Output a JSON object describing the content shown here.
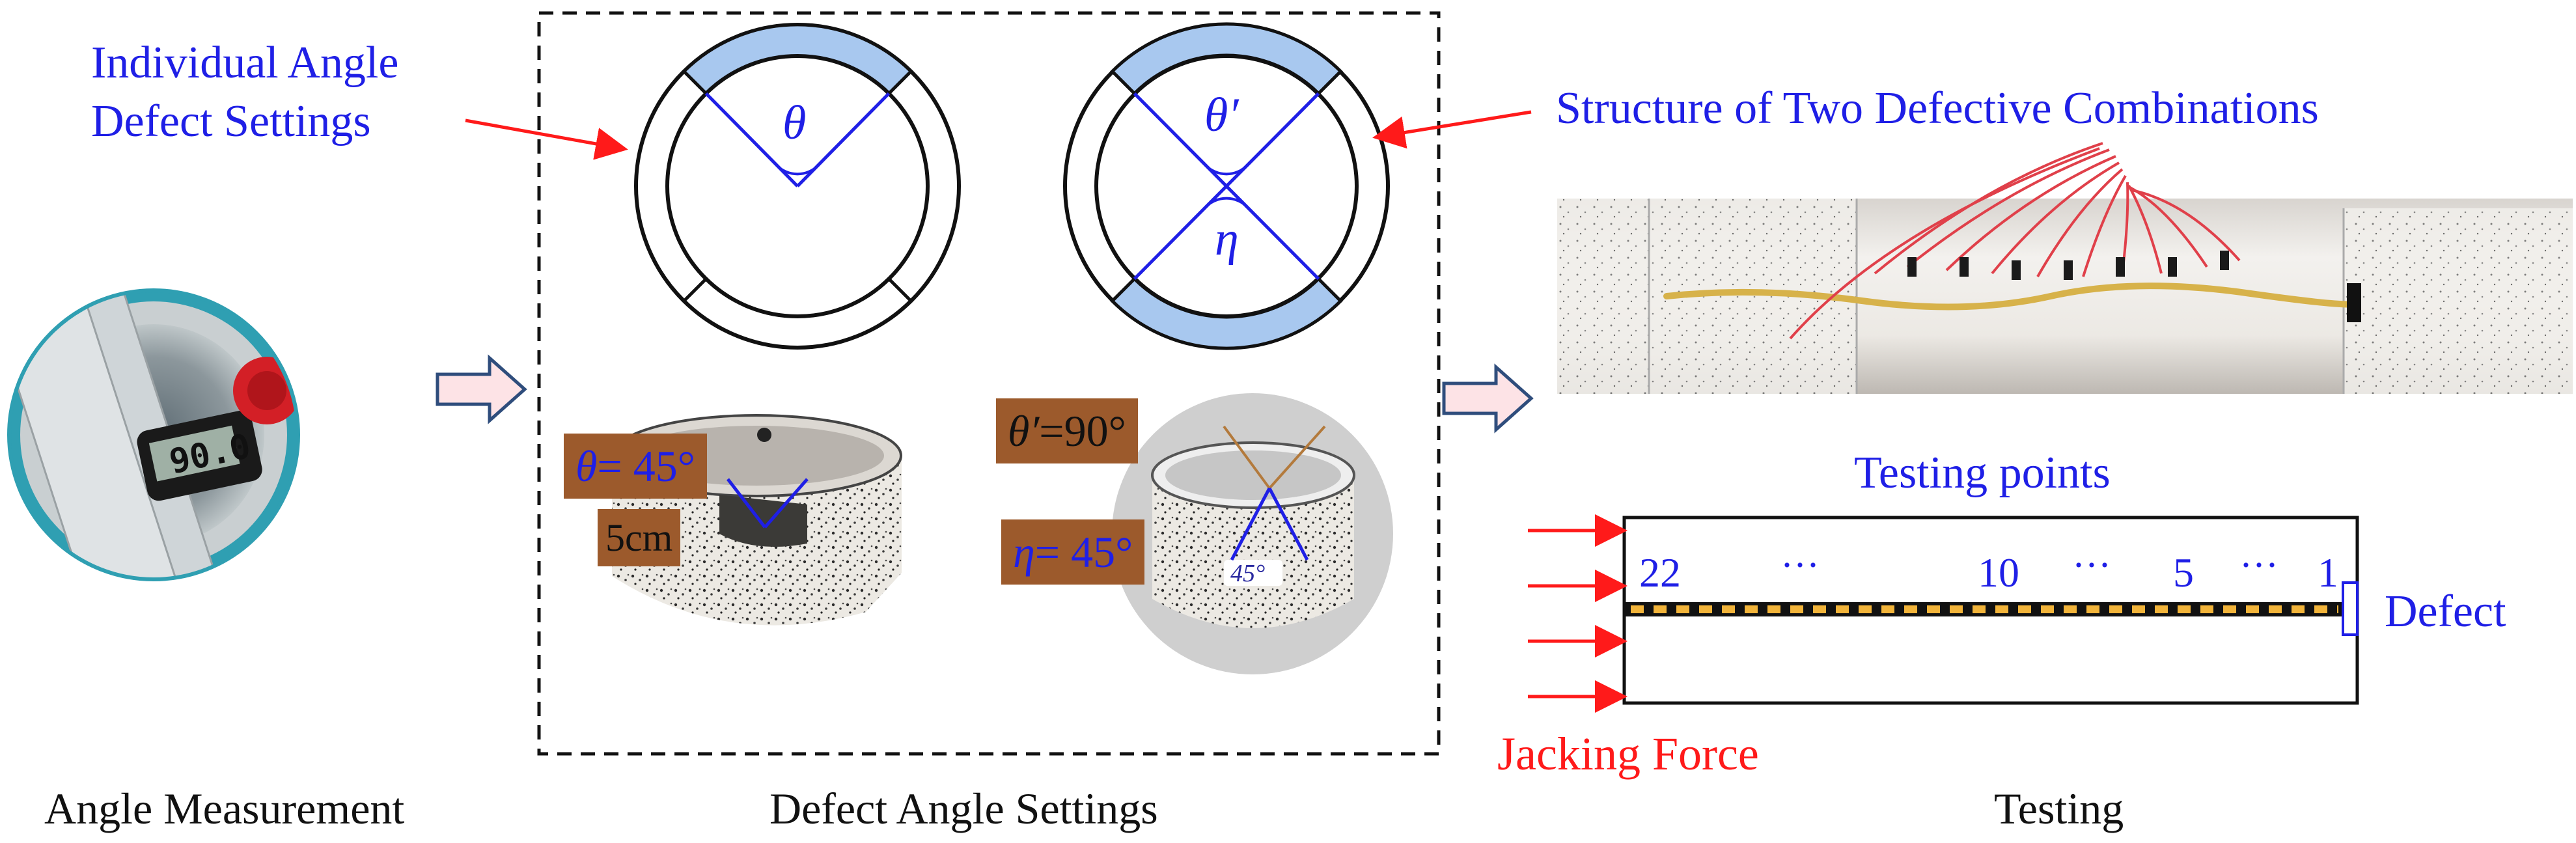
{
  "colors": {
    "accent_blue": "#1f1fe6",
    "defect_fill": "#a8c8ef",
    "arrow_red": "#ff1a1a",
    "label_brown": "#9c5a2c",
    "testing_point_orange": "#f2b43a",
    "block_arrow_fill": "#fde3e6",
    "block_arrow_stroke": "#2f4d7c"
  },
  "annotations": {
    "individual_line1": "Individual Angle",
    "individual_line2": "Defect Settings",
    "two_defective": "Structure of Two Defective Combinations",
    "testing_points": "Testing points",
    "defect": "Defect",
    "jacking_force": "Jacking Force"
  },
  "captions": {
    "angle_measurement": "Angle Measurement",
    "defect_angle_settings": "Defect Angle Settings",
    "testing": "Testing"
  },
  "ring_symbols": {
    "theta": "θ",
    "theta_prime": "θ′",
    "eta": "η"
  },
  "sample_labels": {
    "theta_symbol": "θ",
    "theta_value": "= 45°",
    "size": "5cm",
    "theta_prime_symbol": "θ′",
    "theta_prime_value": "=90°",
    "eta_symbol": "η",
    "eta_value": "= 45°",
    "tape_note": "45°"
  },
  "gauge_reading": "90.0",
  "testing_point_labels": {
    "p22": "22",
    "dots1": "···",
    "p10": "10",
    "dots2": "···",
    "p5": "5",
    "dots3": "···",
    "p1": "1"
  },
  "icons": [
    "right-block-arrow-icon",
    "red-pointer-arrow-icon"
  ]
}
